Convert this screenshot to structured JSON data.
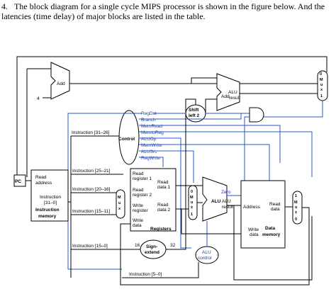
{
  "question": {
    "number": "4.",
    "text": "The block diagram for a single cycle MIPS processor is shown in the figure below. And the latencies (time delay) of major blocks are listed in the table."
  },
  "diagram": {
    "pc": "PC",
    "add_top": "Add",
    "const_four": "4",
    "add_branch": "Add",
    "alu_result_branch": "ALU",
    "alu_result_branch2": "result",
    "shift": [
      "Shift",
      "left 2"
    ],
    "control": "Control",
    "control_signals": [
      "RegDst",
      "Branch",
      "MemRead",
      "MemtoReg",
      "ALUOp",
      "MemWrite",
      "ALUSrc",
      "RegWrite"
    ],
    "instr_mem": {
      "read_address": [
        "Read",
        "address"
      ],
      "instruction": [
        "Instruction",
        "[31–0]"
      ],
      "title": [
        "Instruction",
        "memory"
      ]
    },
    "instr_fields": {
      "f31_26": "Instruction [31–26]",
      "f25_21": "Instruction [25–21]",
      "f20_16": "Instruction [20–16]",
      "f15_11": "Instruction [15–11]",
      "f15_0": "Instruction [15–0]",
      "f5_0": "Instruction [5–0]"
    },
    "registers": {
      "read_reg1": [
        "Read",
        "register 1"
      ],
      "read_reg2": [
        "Read",
        "register 2"
      ],
      "write_reg": [
        "Write",
        "register"
      ],
      "write_data": [
        "Write",
        "data"
      ],
      "read_data1": [
        "Read",
        "data 1"
      ],
      "read_data2": [
        "Read",
        "data 2"
      ],
      "title": "Registers"
    },
    "sign_extend": [
      "Sign-",
      "extend"
    ],
    "sign_in": "16",
    "sign_out": "32",
    "alu": {
      "zero": "Zero",
      "alu": "ALU",
      "alu2": "ALU",
      "result": "result"
    },
    "alu_control": [
      "ALU",
      "control"
    ],
    "data_mem": {
      "address": "Address",
      "read_data": [
        "Read",
        "data"
      ],
      "write_data": [
        "Write",
        "data"
      ],
      "title": [
        "Data",
        "memory"
      ]
    },
    "mux": {
      "m": "M",
      "u": "u",
      "x": "x",
      "zero": "0",
      "one": "1"
    }
  }
}
